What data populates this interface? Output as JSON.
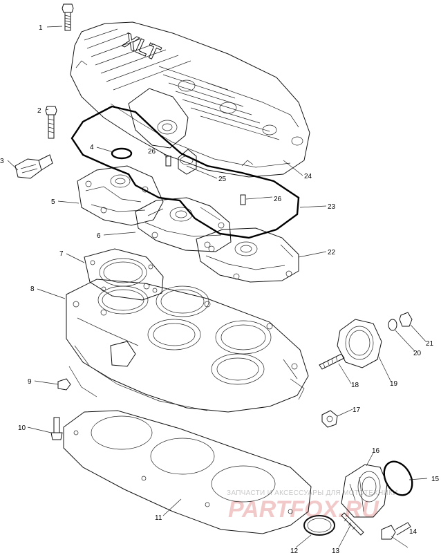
{
  "callouts": [
    {
      "id": "1",
      "label": "1"
    },
    {
      "id": "2",
      "label": "2"
    },
    {
      "id": "3",
      "label": "3"
    },
    {
      "id": "4",
      "label": "4"
    },
    {
      "id": "5",
      "label": "5"
    },
    {
      "id": "6",
      "label": "6"
    },
    {
      "id": "7",
      "label": "7"
    },
    {
      "id": "8",
      "label": "8"
    },
    {
      "id": "9",
      "label": "9"
    },
    {
      "id": "10",
      "label": "10"
    },
    {
      "id": "11",
      "label": "11"
    },
    {
      "id": "12",
      "label": "12"
    },
    {
      "id": "13",
      "label": "13"
    },
    {
      "id": "14",
      "label": "14"
    },
    {
      "id": "15",
      "label": "15"
    },
    {
      "id": "16",
      "label": "16"
    },
    {
      "id": "17",
      "label": "17"
    },
    {
      "id": "18",
      "label": "18"
    },
    {
      "id": "19",
      "label": "19"
    },
    {
      "id": "20",
      "label": "20"
    },
    {
      "id": "21",
      "label": "21"
    },
    {
      "id": "22",
      "label": "22"
    },
    {
      "id": "23",
      "label": "23"
    },
    {
      "id": "24",
      "label": "24"
    },
    {
      "id": "25",
      "label": "25"
    },
    {
      "id": "26a",
      "label": "26"
    },
    {
      "id": "26b",
      "label": "26"
    }
  ],
  "cover_lettering": "XLT",
  "watermark": {
    "tagline": "ЗАПЧАСТИ И АКСЕССУАРЫ ДЛЯ МОТОТЕХНИКИ",
    "brand": "PARTFOX.RU"
  },
  "colors": {
    "line": "#111111",
    "watermark_text": "#c8c8c8",
    "watermark_brand": "#f2c9c9"
  }
}
